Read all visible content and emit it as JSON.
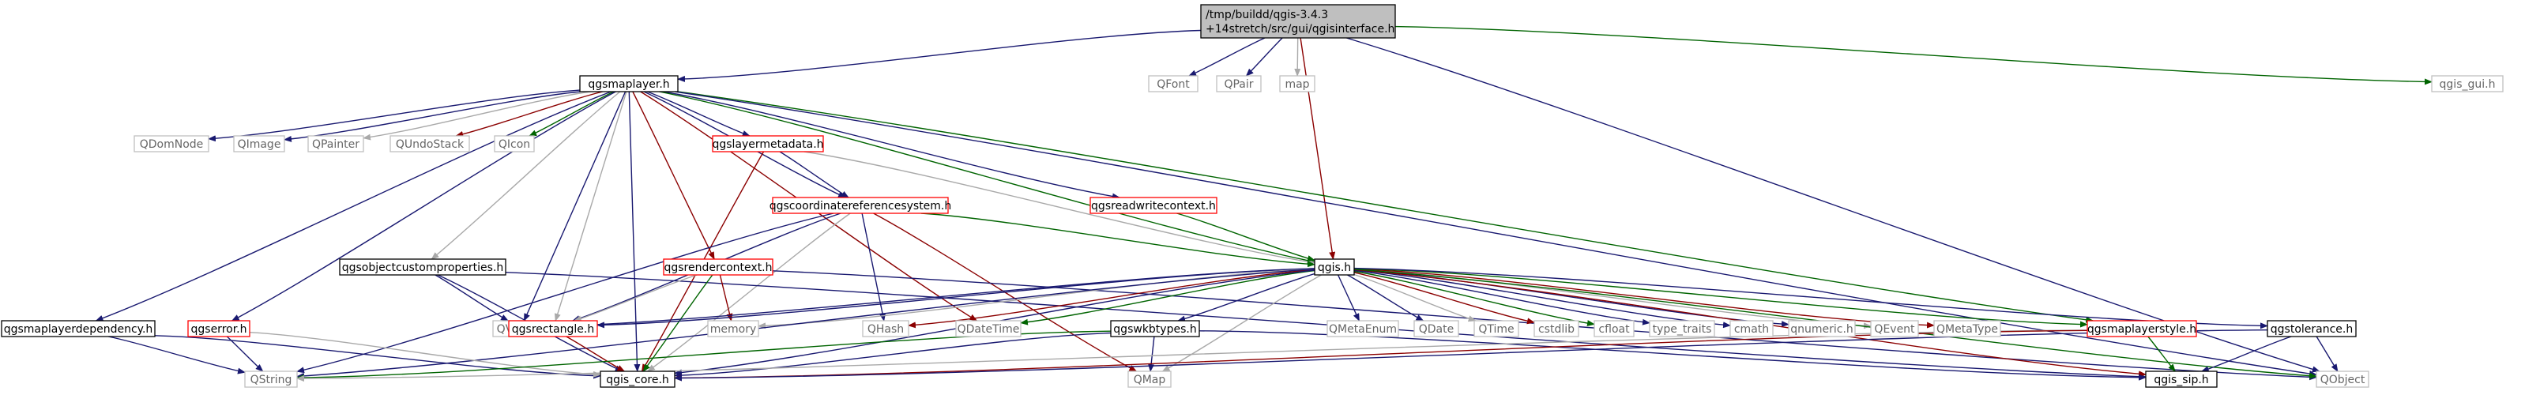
{
  "colors": {
    "edge_primary": "#191970",
    "edge_secondary": "#a9a9a9",
    "edge_tertiary": "#8b0000",
    "edge_quaternary": "#006400",
    "node_border_black": "#000000",
    "node_border_red": "#ff0000",
    "node_border_gray": "#bfbfbf",
    "node_fill_root": "#bfbfbf",
    "node_fill": "#ffffff",
    "text_normal": "#000000",
    "text_gray": "#666666"
  },
  "nodes": {
    "root": {
      "label_line1": "/tmp/buildd/qgis-3.4.3",
      "label_line2": "+14stretch/src/gui/qgisinterface.h",
      "style": "root"
    },
    "qgsmaplayer": {
      "label": "qgsmaplayer.h",
      "style": "black"
    },
    "qfont": {
      "label": "QFont",
      "style": "gray"
    },
    "qpair": {
      "label": "QPair",
      "style": "gray"
    },
    "map": {
      "label": "map",
      "style": "gray"
    },
    "qgis_gui": {
      "label": "qgis_gui.h",
      "style": "gray"
    },
    "qdomnode": {
      "label": "QDomNode",
      "style": "gray"
    },
    "qimage": {
      "label": "QImage",
      "style": "gray"
    },
    "qpainter": {
      "label": "QPainter",
      "style": "gray"
    },
    "qundostack": {
      "label": "QUndoStack",
      "style": "gray"
    },
    "qicon": {
      "label": "QIcon",
      "style": "gray"
    },
    "qgslayermetadata": {
      "label": "qgslayermetadata.h",
      "style": "red"
    },
    "qgscrs": {
      "label": "qgscoordinatereferencesystem.h",
      "style": "red"
    },
    "qgsreadwritecontext": {
      "label": "qgsreadwritecontext.h",
      "style": "red"
    },
    "qgsobjectcustomproperties": {
      "label": "qgsobjectcustomproperties.h",
      "style": "black"
    },
    "qgsrendercontext": {
      "label": "qgsrendercontext.h",
      "style": "red"
    },
    "qgis": {
      "label": "qgis.h",
      "style": "black"
    },
    "qgsmaplayerdependency": {
      "label": "qgsmaplayerdependency.h",
      "style": "black"
    },
    "qgserror": {
      "label": "qgserror.h",
      "style": "red"
    },
    "qvariant": {
      "label": "QVariant",
      "style": "gray"
    },
    "qgsrectangle": {
      "label": "qgsrectangle.h",
      "style": "red"
    },
    "memory": {
      "label": "memory",
      "style": "gray"
    },
    "qhash": {
      "label": "QHash",
      "style": "gray"
    },
    "qdatetime": {
      "label": "QDateTime",
      "style": "gray"
    },
    "qgswkbtypes": {
      "label": "qgswkbtypes.h",
      "style": "black"
    },
    "qmetaenum": {
      "label": "QMetaEnum",
      "style": "gray"
    },
    "qdate": {
      "label": "QDate",
      "style": "gray"
    },
    "qtime": {
      "label": "QTime",
      "style": "gray"
    },
    "cstdlib": {
      "label": "cstdlib",
      "style": "gray"
    },
    "cfloat": {
      "label": "cfloat",
      "style": "gray"
    },
    "type_traits": {
      "label": "type_traits",
      "style": "gray"
    },
    "cmath": {
      "label": "cmath",
      "style": "gray"
    },
    "qnumeric": {
      "label": "qnumeric.h",
      "style": "gray"
    },
    "qevent": {
      "label": "QEvent",
      "style": "gray"
    },
    "qmetatype": {
      "label": "QMetaType",
      "style": "gray"
    },
    "qgsmaplayerstyle": {
      "label": "qgsmaplayerstyle.h",
      "style": "red"
    },
    "qgstolerance": {
      "label": "qgstolerance.h",
      "style": "black"
    },
    "qstring": {
      "label": "QString",
      "style": "gray"
    },
    "qgis_core": {
      "label": "qgis_core.h",
      "style": "black"
    },
    "qmap": {
      "label": "QMap",
      "style": "gray"
    },
    "qgis_sip": {
      "label": "qgis_sip.h",
      "style": "black"
    },
    "qobject": {
      "label": "QObject",
      "style": "gray"
    }
  },
  "edges": [
    [
      "root",
      "qgsmaplayer"
    ],
    [
      "root",
      "qfont"
    ],
    [
      "root",
      "qpair"
    ],
    [
      "root",
      "map"
    ],
    [
      "root",
      "qgis"
    ],
    [
      "root",
      "qgis_gui"
    ],
    [
      "root",
      "qobject"
    ],
    [
      "qgsmaplayer",
      "qdomnode"
    ],
    [
      "qgsmaplayer",
      "qimage"
    ],
    [
      "qgsmaplayer",
      "qpainter"
    ],
    [
      "qgsmaplayer",
      "qundostack"
    ],
    [
      "qgsmaplayer",
      "qicon"
    ],
    [
      "qgsmaplayer",
      "qgslayermetadata"
    ],
    [
      "qgsmaplayer",
      "qgscrs"
    ],
    [
      "qgsmaplayer",
      "qgsreadwritecontext"
    ],
    [
      "qgsmaplayer",
      "qgsobjectcustomproperties"
    ],
    [
      "qgsmaplayer",
      "qgsrendercontext"
    ],
    [
      "qgsmaplayer",
      "qgis"
    ],
    [
      "qgsmaplayer",
      "qgsmaplayerdependency"
    ],
    [
      "qgsmaplayer",
      "qgserror"
    ],
    [
      "qgsmaplayer",
      "qvariant"
    ],
    [
      "qgsmaplayer",
      "qgsrectangle"
    ],
    [
      "qgsmaplayer",
      "qdatetime"
    ],
    [
      "qgsmaplayer",
      "qgsmaplayerstyle"
    ],
    [
      "qgsmaplayer",
      "qgis_core"
    ],
    [
      "qgsmaplayer",
      "qobject"
    ],
    [
      "qgslayermetadata",
      "qgscrs"
    ],
    [
      "qgslayermetadata",
      "qgis"
    ],
    [
      "qgslayermetadata",
      "qgis_core"
    ],
    [
      "qgscrs",
      "qgis"
    ],
    [
      "qgscrs",
      "qgsrectangle"
    ],
    [
      "qgscrs",
      "qhash"
    ],
    [
      "qgscrs",
      "qstring"
    ],
    [
      "qgscrs",
      "qgis_core"
    ],
    [
      "qgscrs",
      "qmap"
    ],
    [
      "qgsreadwritecontext",
      "qgis"
    ],
    [
      "qgsobjectcustomproperties",
      "qvariant"
    ],
    [
      "qgsobjectcustomproperties",
      "qgis_core"
    ],
    [
      "qgsobjectcustomproperties",
      "qgis_sip"
    ],
    [
      "qgsrendercontext",
      "qgsrectangle"
    ],
    [
      "qgsrendercontext",
      "memory"
    ],
    [
      "qgsrendercontext",
      "qgis_core"
    ],
    [
      "qgsrendercontext",
      "qobject"
    ],
    [
      "qgis",
      "qvariant"
    ],
    [
      "qgis",
      "qgsrectangle"
    ],
    [
      "qgis",
      "memory"
    ],
    [
      "qgis",
      "qhash"
    ],
    [
      "qgis",
      "qdatetime"
    ],
    [
      "qgis",
      "qgswkbtypes"
    ],
    [
      "qgis",
      "qmetaenum"
    ],
    [
      "qgis",
      "qdate"
    ],
    [
      "qgis",
      "qtime"
    ],
    [
      "qgis",
      "cstdlib"
    ],
    [
      "qgis",
      "cfloat"
    ],
    [
      "qgis",
      "type_traits"
    ],
    [
      "qgis",
      "cmath"
    ],
    [
      "qgis",
      "qnumeric"
    ],
    [
      "qgis",
      "qevent"
    ],
    [
      "qgis",
      "qmetatype"
    ],
    [
      "qgis",
      "qgsmaplayerstyle"
    ],
    [
      "qgis",
      "qgstolerance"
    ],
    [
      "qgis",
      "qstring"
    ],
    [
      "qgis",
      "qgis_core"
    ],
    [
      "qgis",
      "qmap"
    ],
    [
      "qgis",
      "qgis_sip"
    ],
    [
      "qgis",
      "qobject"
    ],
    [
      "qgsmaplayerdependency",
      "qstring"
    ],
    [
      "qgsmaplayerdependency",
      "qgis_core"
    ],
    [
      "qgserror",
      "qstring"
    ],
    [
      "qgserror",
      "qgis_core"
    ],
    [
      "qgsrectangle",
      "qgis_core"
    ],
    [
      "qgswkbtypes",
      "qstring"
    ],
    [
      "qgswkbtypes",
      "qmap"
    ],
    [
      "qgswkbtypes",
      "qgis_core"
    ],
    [
      "qgswkbtypes",
      "qgis_sip"
    ],
    [
      "qgsmaplayerstyle",
      "qstring"
    ],
    [
      "qgsmaplayerstyle",
      "qgis_core"
    ],
    [
      "qgsmaplayerstyle",
      "qgis_sip"
    ],
    [
      "qgstolerance",
      "qgis_core"
    ],
    [
      "qgstolerance",
      "qgis_sip"
    ],
    [
      "qgstolerance",
      "qobject"
    ]
  ]
}
